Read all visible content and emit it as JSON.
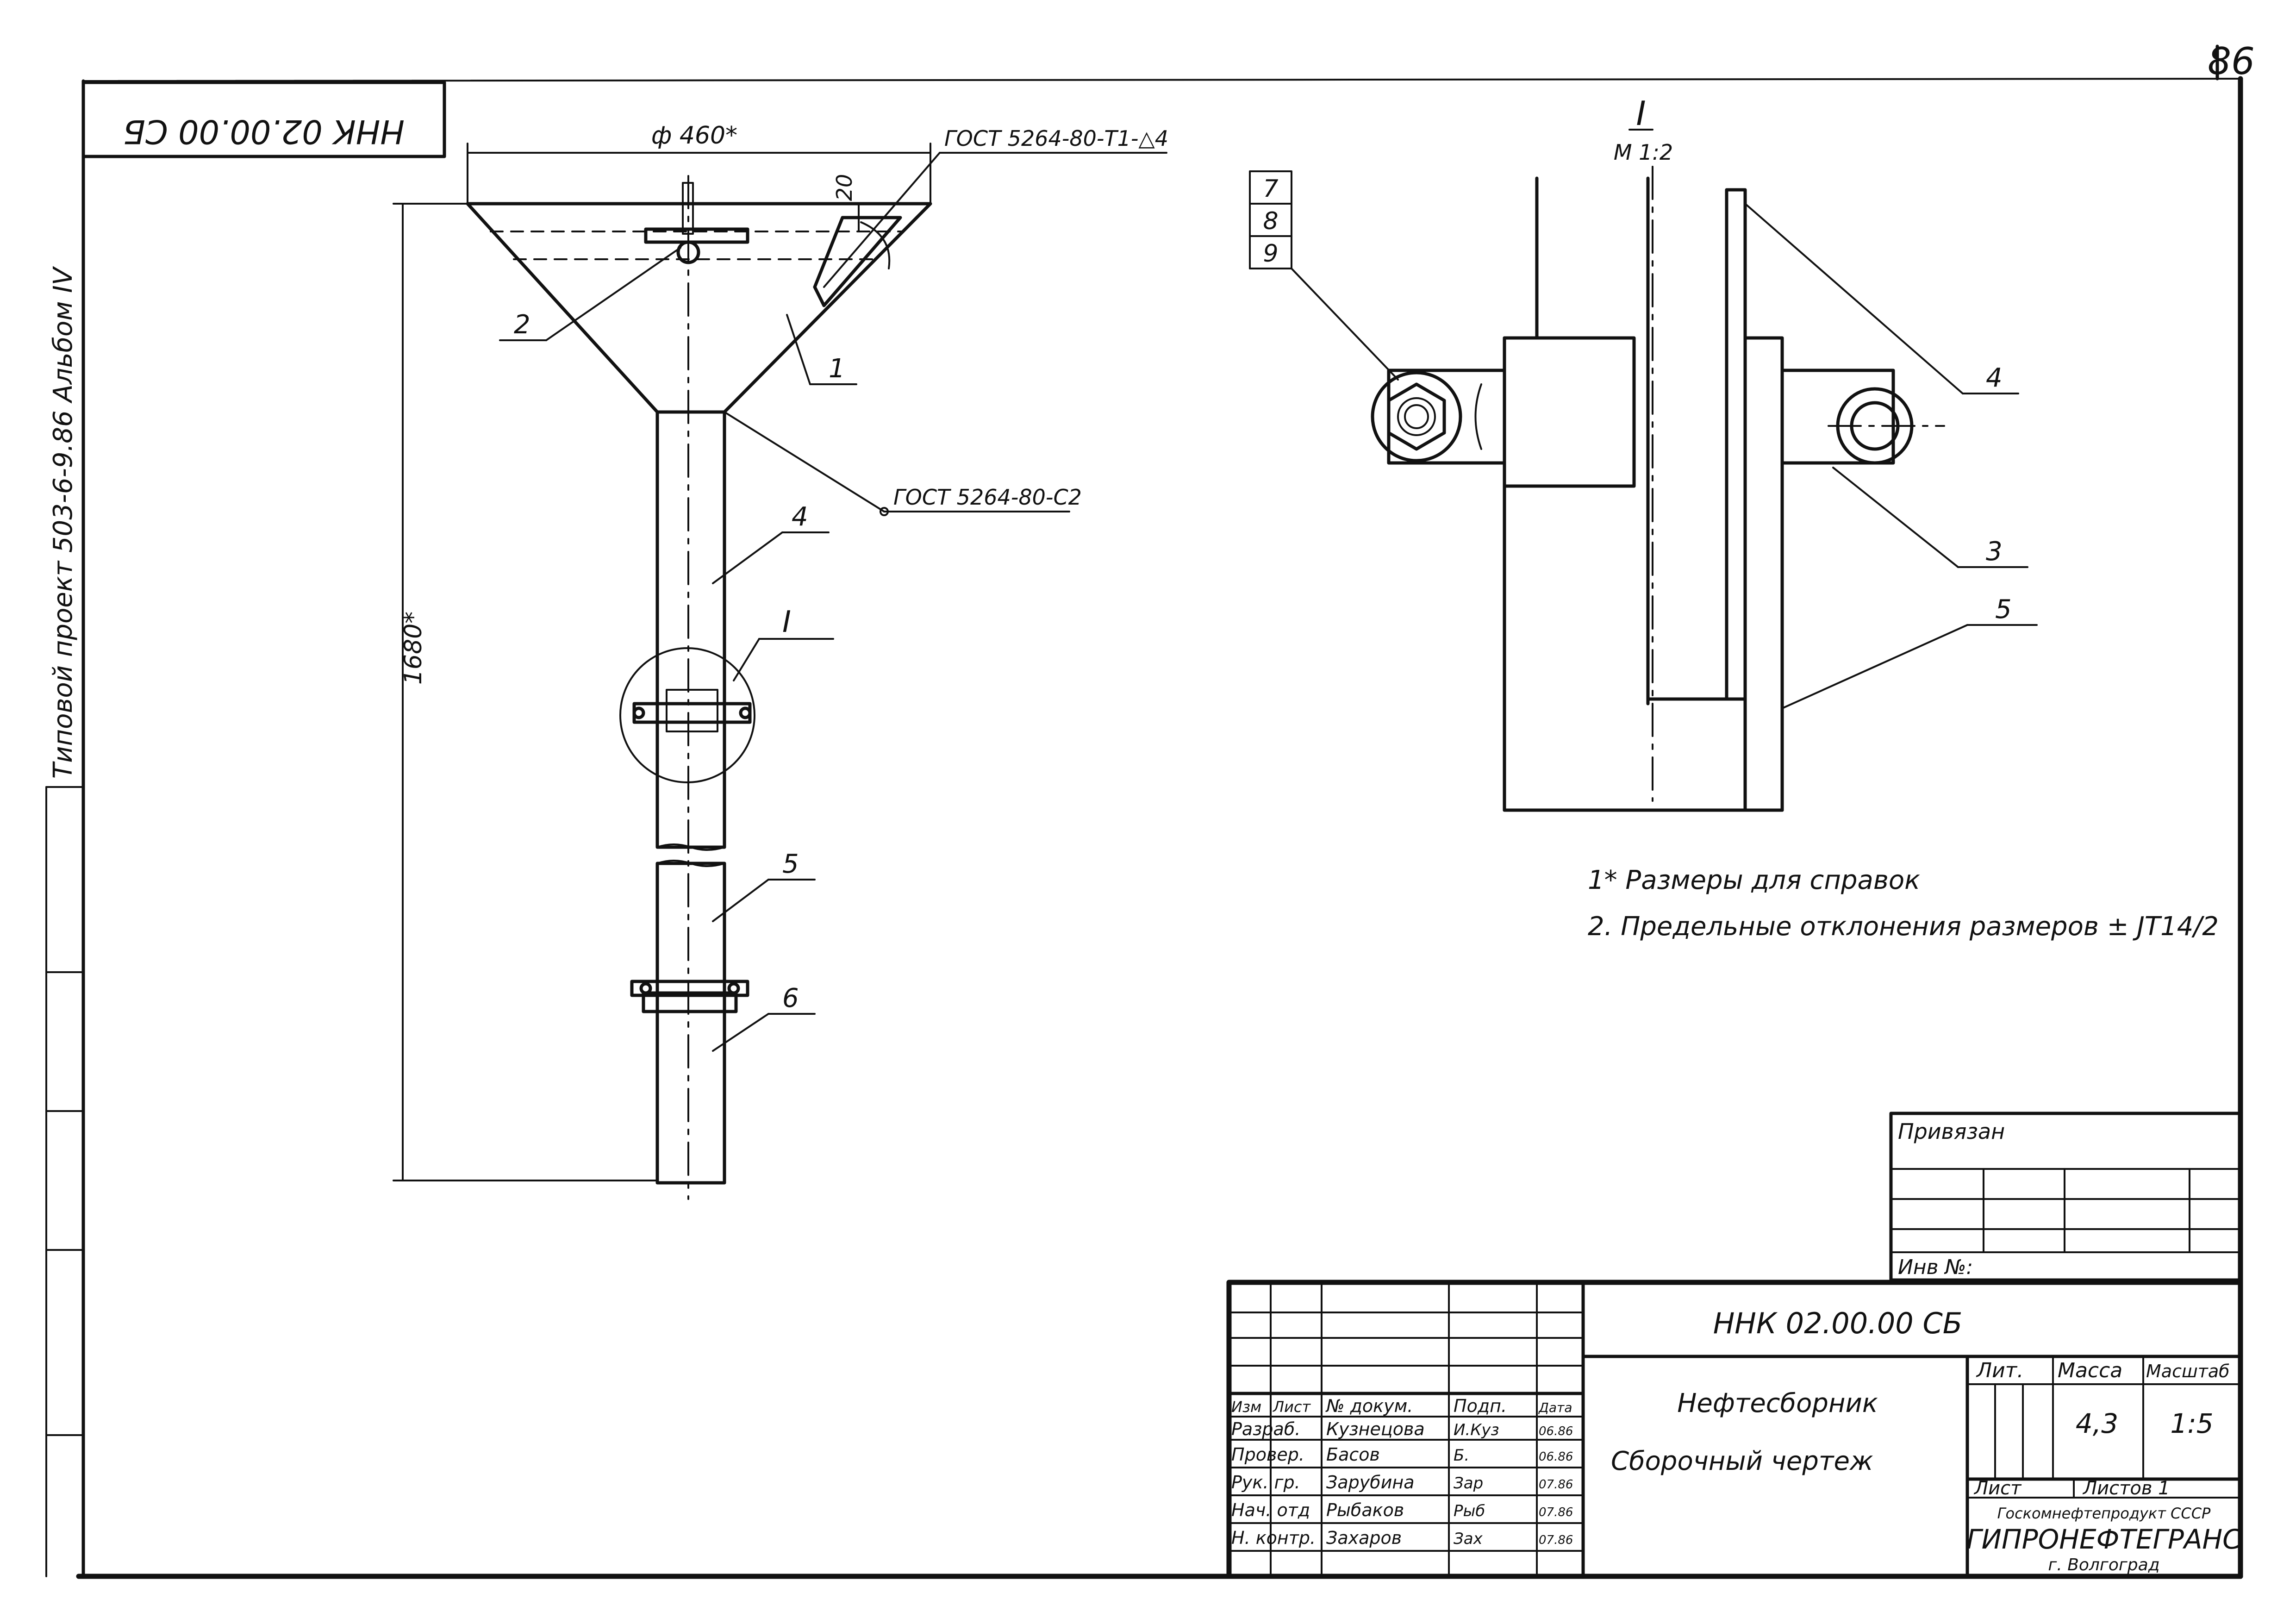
{
  "page_number": "86",
  "corner_code": "ННК 02.00.00 СБ",
  "side_label": "Типовой проект 503-6-9.86 Альбом IV",
  "main_view": {
    "dim_diameter": "ф 460*",
    "dim_height": "1680*",
    "dim_rim": "20",
    "weld_top": "ГОСТ 5264-80-Т1-△4",
    "weld_joint": "ГОСТ 5264-80-С2",
    "detail_mark": "I",
    "callouts": [
      "1",
      "2",
      "4",
      "5",
      "6"
    ]
  },
  "detail_view": {
    "title": "I",
    "scale": "M 1:2",
    "stack_callouts": [
      "7",
      "8",
      "9"
    ],
    "callouts": [
      "4",
      "3",
      "5"
    ]
  },
  "notes": [
    "1* Размеры для справок",
    "2. Предельные отклонения размеров ± JT14/2"
  ],
  "binding_block": {
    "bound_label": "Привязан",
    "inv_label": "Инв №:"
  },
  "title_block": {
    "designation": "ННК 02.00.00 СБ",
    "name_line1": "Нефтесборник",
    "name_line2": "Сборочный чертеж",
    "headers": {
      "izm": "Изм",
      "list": "Лист",
      "doc": "№ докум.",
      "sign": "Подп.",
      "date": "Дата"
    },
    "lit_label": "Лит.",
    "mass_label": "Масса",
    "scale_label": "Масштаб",
    "mass_value": "4,3",
    "scale_value": "1:5",
    "sheet_label": "Лист",
    "sheets_label": "Листов 1",
    "org_line1": "Госкомнефтепродукт СССР",
    "org_line2": "ГИПРОНЕФТЕГРАНС",
    "org_line3": "г. Волгоград",
    "staff": [
      {
        "role": "Разраб.",
        "name": "Кузнецова",
        "sign": "И.Куз",
        "date": "06.86"
      },
      {
        "role": "Провер.",
        "name": "Басов",
        "sign": "Б.",
        "date": "06.86"
      },
      {
        "role": "Рук. гр.",
        "name": "Зарубина",
        "sign": "Зар",
        "date": "07.86"
      },
      {
        "role": "Нач. отд",
        "name": "Рыбаков",
        "sign": "Рыб",
        "date": "07.86"
      },
      {
        "role": "Н. контр.",
        "name": "Захаров",
        "sign": "Зах",
        "date": "07.86"
      }
    ]
  }
}
